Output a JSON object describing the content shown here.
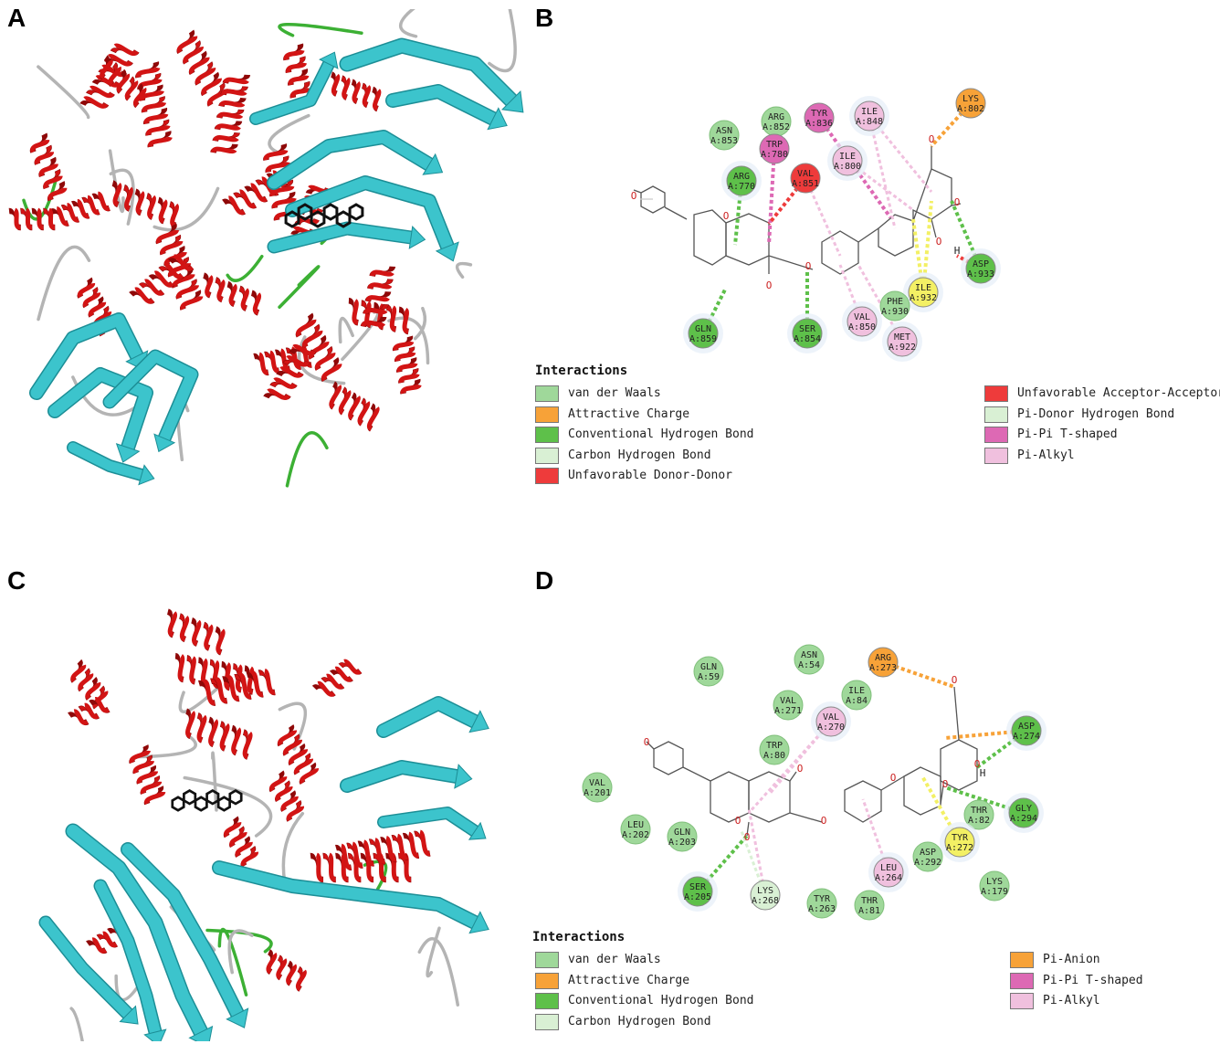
{
  "panels": {
    "A": {
      "letter": "A"
    },
    "B": {
      "letter": "B",
      "residues": [
        {
          "name": "ASN",
          "num": "A:853",
          "type": "vdw"
        },
        {
          "name": "ARG",
          "num": "A:852",
          "type": "vdw"
        },
        {
          "name": "TYR",
          "num": "A:836",
          "type": "pipi"
        },
        {
          "name": "ILE",
          "num": "A:848",
          "type": "pialkyl"
        },
        {
          "name": "LYS",
          "num": "A:802",
          "type": "attractive"
        },
        {
          "name": "TRP",
          "num": "A:780",
          "type": "pipi"
        },
        {
          "name": "ILE",
          "num": "A:800",
          "type": "pialkyl"
        },
        {
          "name": "ARG",
          "num": "A:770",
          "type": "conventional"
        },
        {
          "name": "VAL",
          "num": "A:851",
          "type": "unfav"
        },
        {
          "name": "ASP",
          "num": "A:933",
          "type": "conventional"
        },
        {
          "name": "ILE",
          "num": "A:932",
          "type": "pisigma"
        },
        {
          "name": "PHE",
          "num": "A:930",
          "type": "vdw"
        },
        {
          "name": "VAL",
          "num": "A:850",
          "type": "pialkyl"
        },
        {
          "name": "MET",
          "num": "A:922",
          "type": "pialkyl"
        },
        {
          "name": "SER",
          "num": "A:854",
          "type": "conventional"
        },
        {
          "name": "GLN",
          "num": "A:859",
          "type": "conventional"
        }
      ],
      "atoms": {
        "o": "O",
        "h": "H"
      },
      "legend_title": "Interactions",
      "legend_left": [
        {
          "label": "van der Waals",
          "color": "#9fd89a"
        },
        {
          "label": "Attractive Charge",
          "color": "#f7a238"
        },
        {
          "label": "Conventional Hydrogen Bond",
          "color": "#5ec04a"
        },
        {
          "label": "Carbon Hydrogen Bond",
          "color": "#d9f0d4"
        },
        {
          "label": "Unfavorable Donor-Donor",
          "color": "#ee3b3b"
        }
      ],
      "legend_right": [
        {
          "label": "Unfavorable Acceptor-Acceptor",
          "color": "#ee3b3b"
        },
        {
          "label": "Pi-Donor Hydrogen Bond",
          "color": "#d9f0d4"
        },
        {
          "label": "Pi-Pi T-shaped",
          "color": "#dd69b4"
        },
        {
          "label": "Pi-Alkyl",
          "color": "#f0c0de"
        }
      ]
    },
    "C": {
      "letter": "C"
    },
    "D": {
      "letter": "D",
      "residues": [
        {
          "name": "GLN",
          "num": "A:59",
          "type": "vdw"
        },
        {
          "name": "ASN",
          "num": "A:54",
          "type": "vdw"
        },
        {
          "name": "ARG",
          "num": "A:273",
          "type": "attractive"
        },
        {
          "name": "VAL",
          "num": "A:271",
          "type": "vdw"
        },
        {
          "name": "ILE",
          "num": "A:84",
          "type": "vdw"
        },
        {
          "name": "VAL",
          "num": "A:270",
          "type": "pialkyl"
        },
        {
          "name": "TRP",
          "num": "A:80",
          "type": "vdw"
        },
        {
          "name": "ASP",
          "num": "A:274",
          "type": "conventional"
        },
        {
          "name": "VAL",
          "num": "A:201",
          "type": "vdw"
        },
        {
          "name": "LEU",
          "num": "A:202",
          "type": "vdw"
        },
        {
          "name": "GLN",
          "num": "A:203",
          "type": "vdw"
        },
        {
          "name": "THR",
          "num": "A:82",
          "type": "vdw"
        },
        {
          "name": "GLY",
          "num": "A:294",
          "type": "conventional"
        },
        {
          "name": "TYR",
          "num": "A:272",
          "type": "pisigma"
        },
        {
          "name": "ASP",
          "num": "A:292",
          "type": "vdw"
        },
        {
          "name": "LEU",
          "num": "A:264",
          "type": "pialkyl"
        },
        {
          "name": "LYS",
          "num": "A:179",
          "type": "vdw"
        },
        {
          "name": "SER",
          "num": "A:205",
          "type": "conventional"
        },
        {
          "name": "LYS",
          "num": "A:268",
          "type": "carbonh"
        },
        {
          "name": "TYR",
          "num": "A:263",
          "type": "vdw"
        },
        {
          "name": "THR",
          "num": "A:81",
          "type": "vdw"
        }
      ],
      "atoms": {
        "o": "O",
        "h": "H"
      },
      "legend_title": "Interactions",
      "legend_left": [
        {
          "label": "van der Waals",
          "color": "#9fd89a"
        },
        {
          "label": "Attractive Charge",
          "color": "#f7a238"
        },
        {
          "label": "Conventional Hydrogen Bond",
          "color": "#5ec04a"
        },
        {
          "label": "Carbon Hydrogen Bond",
          "color": "#d9f0d4"
        }
      ],
      "legend_right": [
        {
          "label": "Pi-Anion",
          "color": "#f7a238"
        },
        {
          "label": "Pi-Pi T-shaped",
          "color": "#dd69b4"
        },
        {
          "label": "Pi-Alkyl",
          "color": "#f0c0de"
        }
      ]
    }
  },
  "colors": {
    "helix": "#d21414",
    "helix_dark": "#8f0808",
    "sheet": "#3cc4cc",
    "sheet_dark": "#1c8e96",
    "coil": "#b4b4b4",
    "turn": "#3cb034",
    "vdw": "#9fd89a",
    "attractive": "#f7a238",
    "conventional": "#5ec04a",
    "carbonh": "#d9f0d4",
    "unfav": "#ee3b3b",
    "pipi": "#dd69b4",
    "pialkyl": "#f0c0de",
    "pisigma": "#f3f064"
  }
}
